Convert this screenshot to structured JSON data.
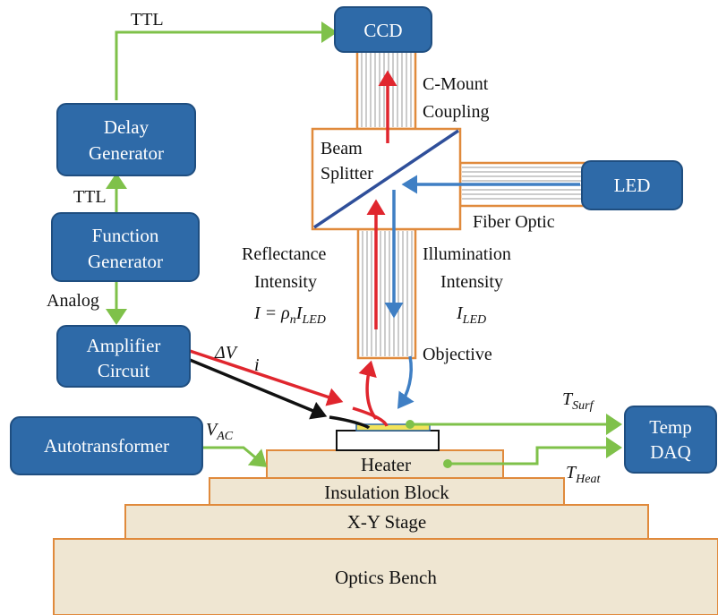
{
  "boxes": {
    "ccd": "CCD",
    "delay_line1": "Delay",
    "delay_line2": "Generator",
    "function_line1": "Function",
    "function_line2": "Generator",
    "amplifier_line1": "Amplifier",
    "amplifier_line2": "Circuit",
    "led": "LED",
    "autotransformer": "Autotransformer",
    "temp_line1": "Temp",
    "temp_line2": "DAQ",
    "beam_splitter_line1": "Beam",
    "beam_splitter_line2": "Splitter"
  },
  "stack": {
    "heater": "Heater",
    "insulation": "Insulation Block",
    "xy_stage": "X-Y Stage",
    "optics_bench": "Optics Bench"
  },
  "labels": {
    "ttl_top": "TTL",
    "ttl_mid": "TTL",
    "analog": "Analog",
    "c_mount_line1": "C-Mount",
    "c_mount_line2": "Coupling",
    "fiber_optic": "Fiber Optic",
    "reflectance_line1": "Reflectance",
    "reflectance_line2": "Intensity",
    "illumination_line1": "Illumination",
    "illumination_line2": "Intensity",
    "objective": "Objective"
  },
  "math": {
    "reflectance_eq_lhs": "I = ρ",
    "reflectance_eq_sub1": "n",
    "reflectance_eq_mid": "I",
    "reflectance_eq_sub2": "LED",
    "illumination_var": "I",
    "illumination_sub": "LED",
    "delta_v": "ΔV",
    "current": "i",
    "vac_var": "V",
    "vac_sub": "AC",
    "tsurf_var": "T",
    "tsurf_sub": "Surf",
    "theat_var": "T",
    "theat_sub": "Heat"
  },
  "colors": {
    "box_fill": "#2e6aa8",
    "signal_line": "#7fc14a",
    "reflected_light": "#e0262e",
    "illumination_light": "#3f7fc4",
    "stage_fill": "#efe6d2",
    "stage_border": "#e08a3c"
  }
}
